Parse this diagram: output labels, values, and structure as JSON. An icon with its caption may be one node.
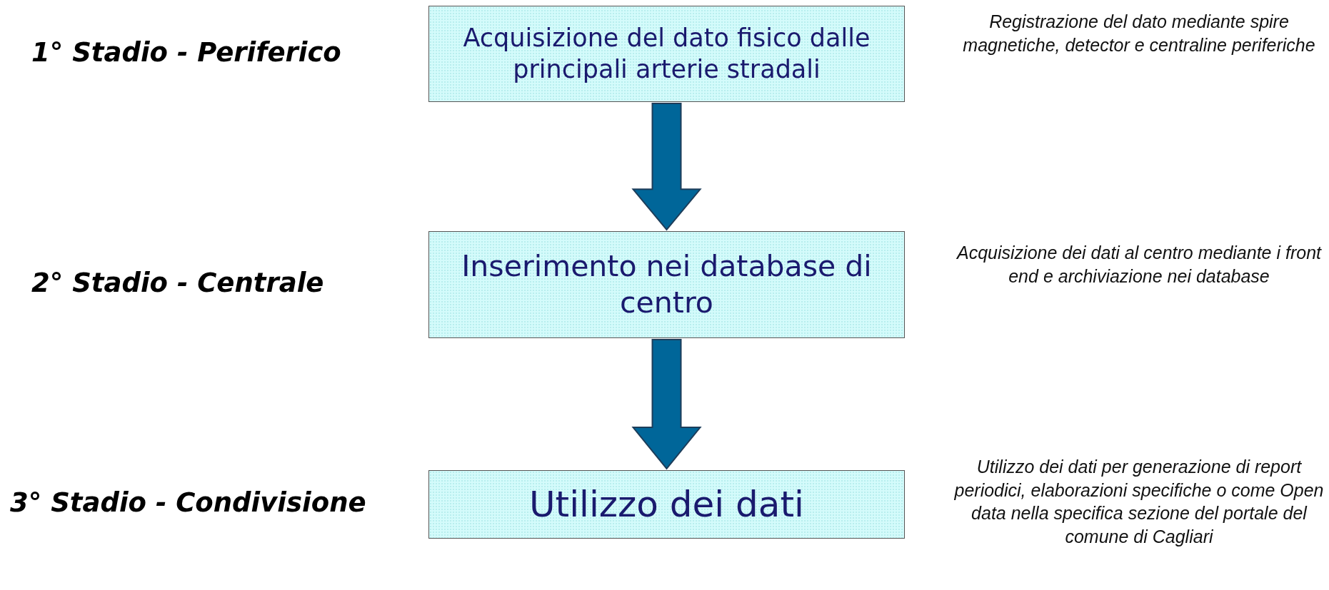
{
  "diagram": {
    "nodes": [
      {
        "text": [
          "Acquisizione del dato fisico dalle principali arterie stradali"
        ],
        "beside": [
          "1° Stadio - Periferico",
          "Registrazione del dato mediante spire magnetiche, detector e centraline periferiche"
        ]
      },
      {
        "text": [
          "Inserimento nei database di centro"
        ],
        "beside": [
          "2° Stadio - Centrale",
          "Acquisizione dei dati al centro mediante i front end e archiviazione nei database"
        ]
      },
      {
        "text": [
          "Utilizzo dei dati"
        ],
        "beside": [
          "3° Stadio - Condivisione",
          "Utilizzo dei dati per generazione di report periodici, elaborazioni specifiche o come Open data nella specifica sezione del portale del comune di Cagliari"
        ]
      }
    ],
    "edges": [
      {
        "from": 0,
        "to": 1,
        "arrow": "to"
      },
      {
        "from": 1,
        "to": 2,
        "arrow": "to"
      }
    ]
  }
}
